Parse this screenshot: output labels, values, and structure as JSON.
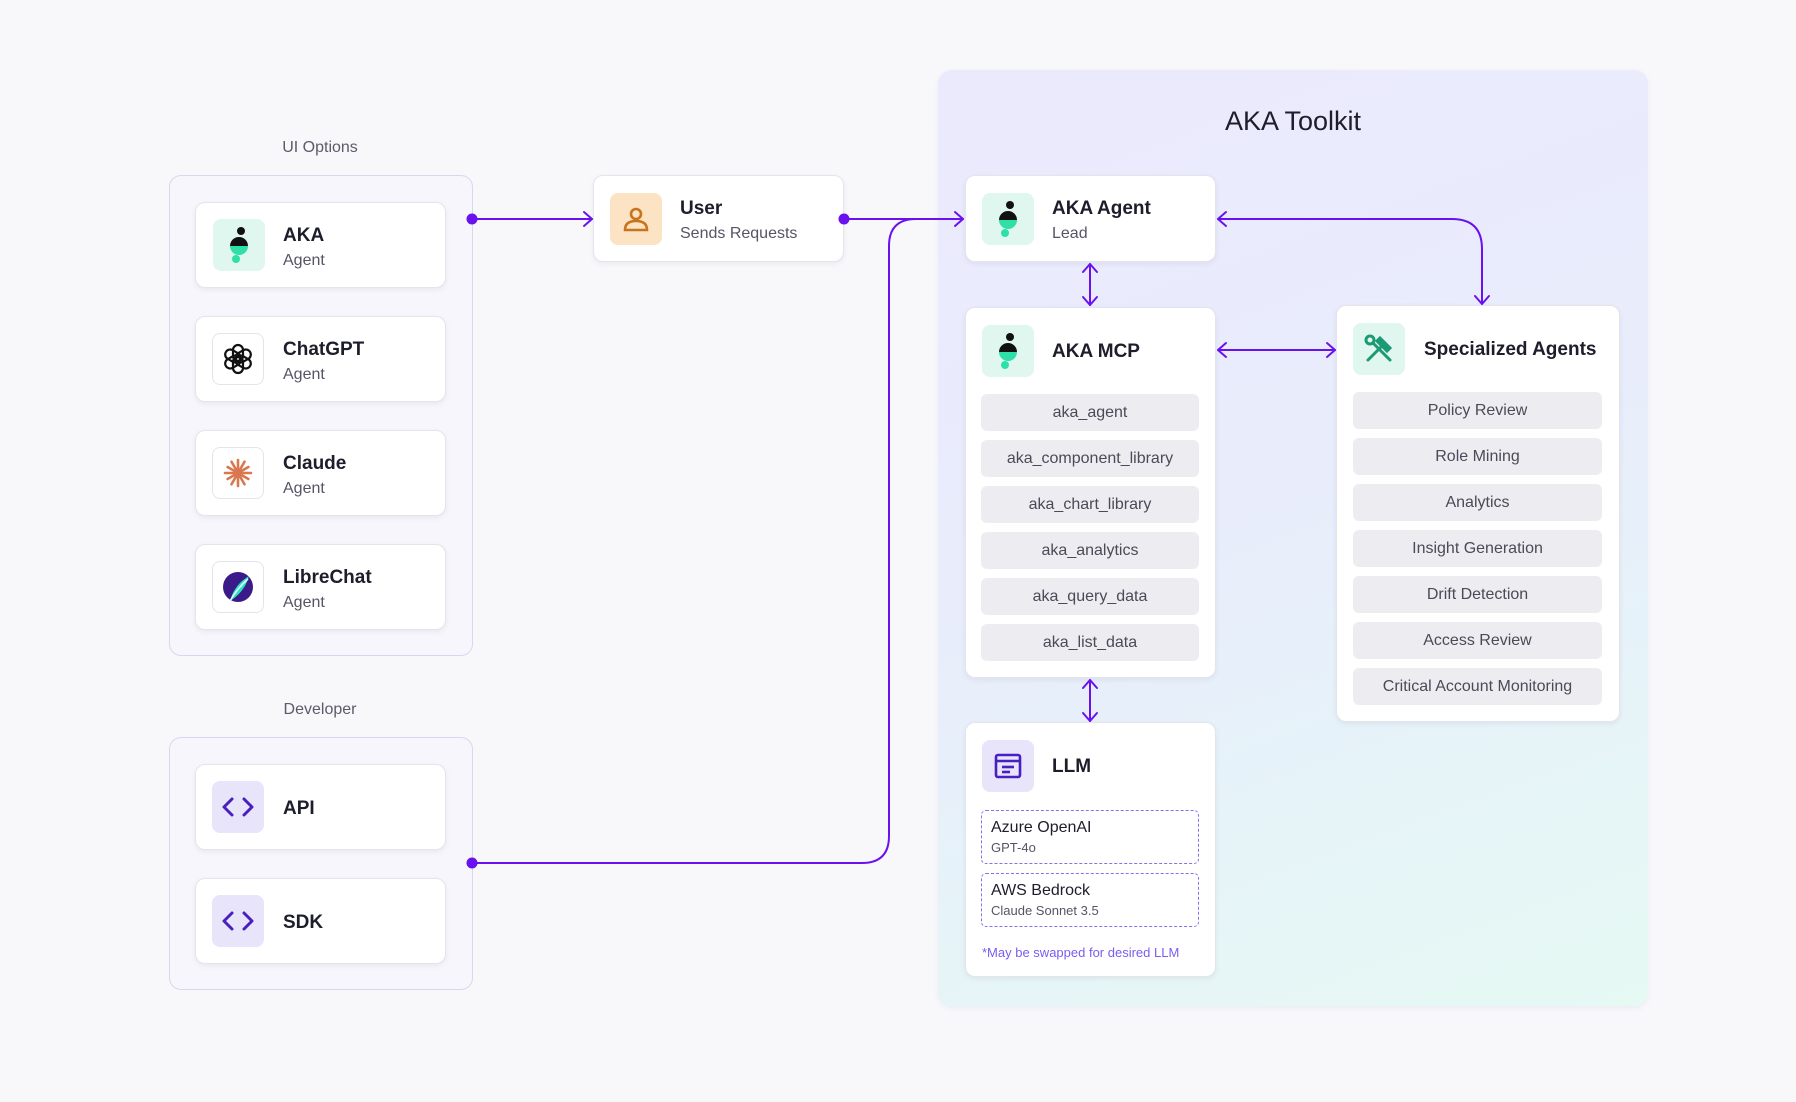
{
  "ui_options": {
    "label": "UI Options",
    "items": [
      {
        "title": "AKA",
        "subtitle": "Agent",
        "icon": "aka-logo-icon"
      },
      {
        "title": "ChatGPT",
        "subtitle": "Agent",
        "icon": "chatgpt-logo-icon"
      },
      {
        "title": "Claude",
        "subtitle": "Agent",
        "icon": "claude-logo-icon"
      },
      {
        "title": "LibreChat",
        "subtitle": "Agent",
        "icon": "librechat-logo-icon"
      }
    ]
  },
  "developer": {
    "label": "Developer",
    "items": [
      {
        "title": "API",
        "icon": "code-brackets-icon"
      },
      {
        "title": "SDK",
        "icon": "code-brackets-icon"
      }
    ]
  },
  "user_node": {
    "title": "User",
    "subtitle": "Sends Requests",
    "icon": "user-icon"
  },
  "toolkit": {
    "title": "AKA Toolkit",
    "agent": {
      "title": "AKA Agent",
      "subtitle": "Lead",
      "icon": "aka-logo-icon"
    },
    "mcp": {
      "title": "AKA MCP",
      "icon": "aka-logo-icon",
      "tools": [
        "aka_agent",
        "aka_component_library",
        "aka_chart_library",
        "aka_analytics",
        "aka_query_data",
        "aka_list_data"
      ]
    },
    "specialized": {
      "title": "Specialized Agents",
      "icon": "tools-icon",
      "items": [
        "Policy Review",
        "Role Mining",
        "Analytics",
        "Insight Generation",
        "Drift Detection",
        "Access Review",
        "Critical Account Monitoring"
      ]
    },
    "llm": {
      "title": "LLM",
      "icon": "llm-window-icon",
      "options": [
        {
          "name": "Azure OpenAI",
          "model": "GPT-4o"
        },
        {
          "name": "AWS Bedrock",
          "model": "Claude Sonnet 3.5"
        }
      ],
      "note": "*May be swapped for desired LLM"
    }
  },
  "colors": {
    "accent": "#6a11f0",
    "teal": "#2ee0a8",
    "orange": "#c8741c",
    "claude": "#d9774f"
  }
}
